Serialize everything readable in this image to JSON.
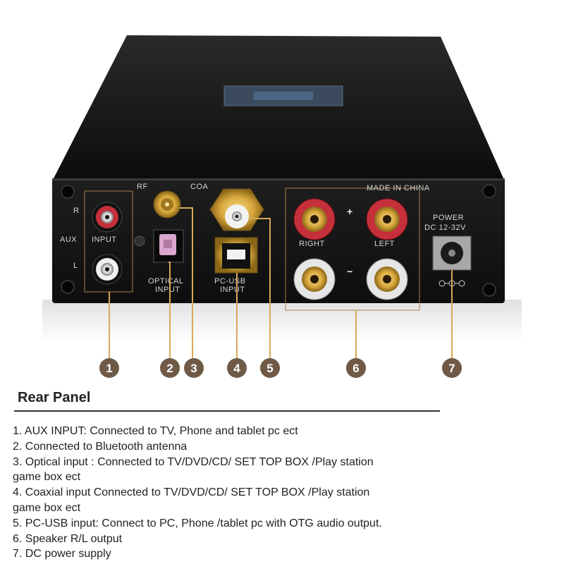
{
  "panel": {
    "labels": {
      "r": "R",
      "aux": "AUX",
      "input": "INPUT",
      "l": "L",
      "rf": "RF",
      "coa": "COA",
      "optical_line1": "OPTICAL",
      "optical_line2": "INPUT",
      "pcusb_line1": "PC-USB",
      "pcusb_line2": "INPUT",
      "made_in": "MADE IN CHINA",
      "plus": "+",
      "minus": "−",
      "right": "RIGHT",
      "left": "LEFT",
      "power": "POWER",
      "dc_rating": "DC 12-32V"
    },
    "callouts": [
      "1",
      "2",
      "3",
      "4",
      "5",
      "6",
      "7"
    ],
    "colors": {
      "chassis": "#141414",
      "callout": "#6e5a47",
      "leader": "#d8a85a",
      "red_post": "#c5303a",
      "gold": "#d9a93d",
      "optical_port": "#d8a6cf"
    }
  },
  "section": {
    "title": "Rear Panel",
    "items": [
      "1. AUX INPUT: Connected to TV, Phone and tablet pc ect",
      "2. Connected to Bluetooth antenna",
      "3. Optical input : Connected to TV/DVD/CD/ SET TOP BOX /Play station",
      "game box ect",
      "4. Coaxial input Connected to TV/DVD/CD/ SET TOP BOX /Play station",
      "game box ect",
      "5. PC-USB input: Connect to PC, Phone /tablet pc with OTG audio output.",
      "6. Speaker R/L output",
      "7. DC power supply"
    ]
  }
}
